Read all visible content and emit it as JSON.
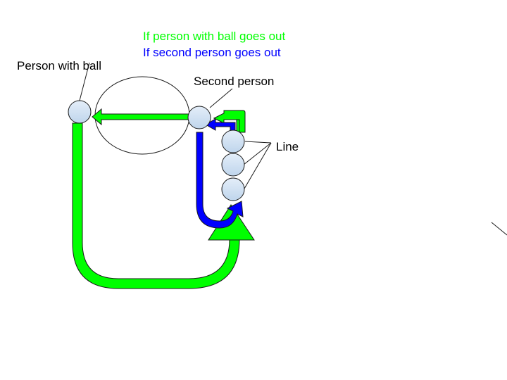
{
  "legend": {
    "green_text": "If person with ball goes out",
    "blue_text": "If second person goes out"
  },
  "labels": {
    "person_with_ball": "Person with ball",
    "second_person": "Second person",
    "line": "Line"
  },
  "colors": {
    "green": "#00ff00",
    "blue": "#0000ff",
    "person_fill": "#d0e2f2",
    "outline": "#1a1a1a",
    "text": "#000000"
  }
}
